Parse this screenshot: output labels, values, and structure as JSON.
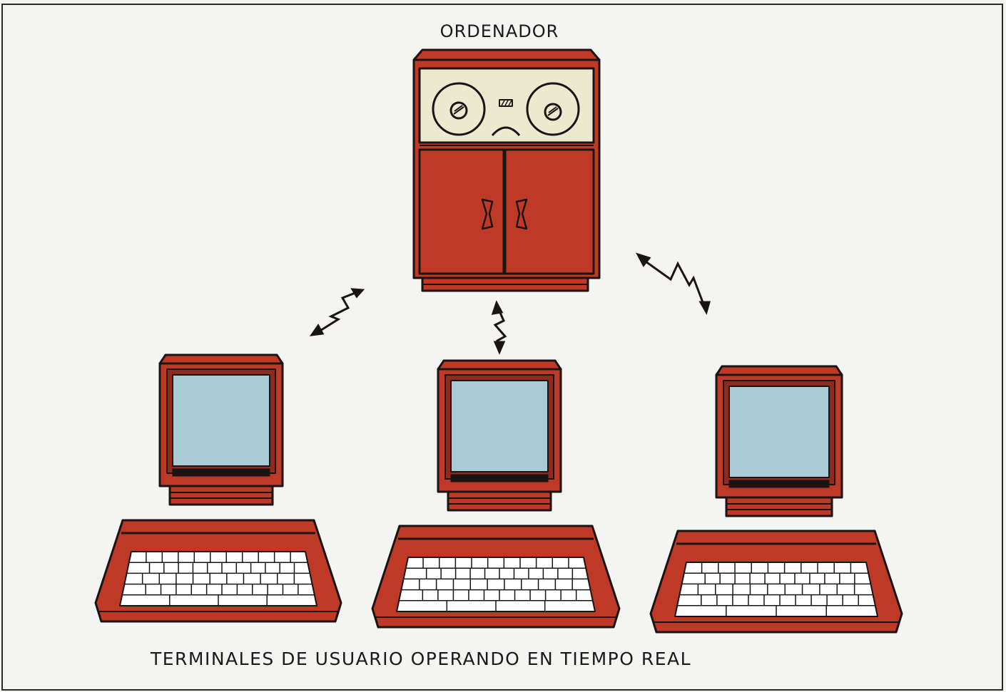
{
  "diagram": {
    "computer_label": "ORDENADOR",
    "caption": "TERMINALES DE USUARIO OPERANDO EN TIEMPO REAL",
    "terminal_count": 3,
    "link_count": 3,
    "colors": {
      "cabinet": "#bf3a26",
      "cabinet_dark": "#8f2a1c",
      "outline": "#1a1414",
      "tape_panel": "#ece9cf",
      "screen": "#a9cbd3",
      "keys": "#ffffff",
      "background": "#f4f4f2"
    },
    "icons": [
      "tape-reel-icon",
      "lightning-arrow-icon",
      "monitor-icon",
      "keyboard-icon"
    ]
  }
}
